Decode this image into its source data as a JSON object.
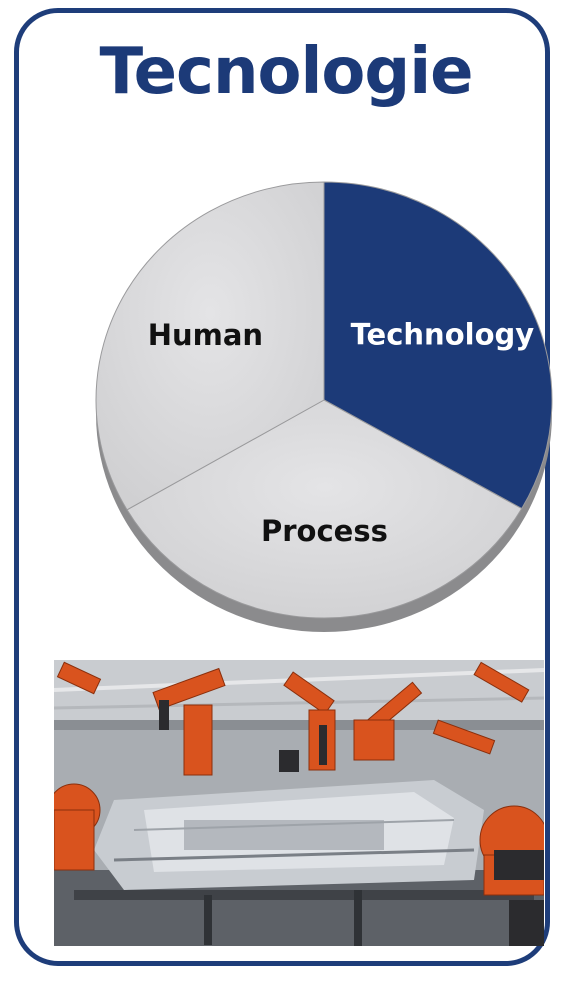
{
  "title": "Tecnologie",
  "chart_data": {
    "type": "pie",
    "title": "",
    "slices": [
      {
        "label": "Technology",
        "value": 33.3,
        "color": "#1c3a78",
        "label_color": "#ffffff"
      },
      {
        "label": "Process",
        "value": 33.3,
        "color": "#d6d6d8",
        "label_color": "#111111"
      },
      {
        "label": "Human",
        "value": 33.4,
        "color": "#d6d6d8",
        "label_color": "#111111"
      }
    ],
    "start_angle_deg": 0,
    "direction": "clockwise",
    "legend": "none"
  },
  "photo": {
    "description_icon": "factory-robots-image",
    "accent_color": "#d9531e"
  },
  "colors": {
    "border": "#1e3d7a",
    "title": "#1c3a78"
  }
}
